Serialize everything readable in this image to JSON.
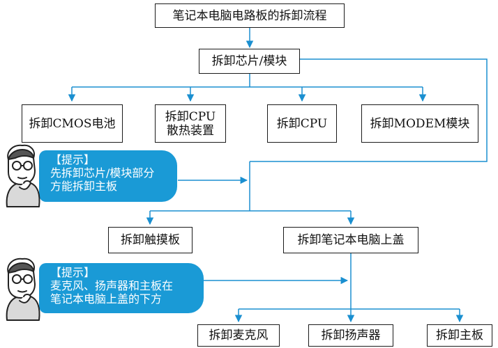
{
  "nodes": {
    "title": "笔记本电脑电路板的拆卸流程",
    "chip_module": "拆卸芯片/模块",
    "cmos": "拆卸CMOS电池",
    "cpu_heatsink": "拆卸CPU\n散热装置",
    "cpu": "拆卸CPU",
    "modem": "拆卸MODEM模块",
    "touchpad": "拆卸触摸板",
    "top_cover": "拆卸笔记本电脑上盖",
    "mic": "拆卸麦克风",
    "speaker": "拆卸扬声器",
    "mainboard": "拆卸主板"
  },
  "tips": [
    {
      "title": "【提示】",
      "line1": "先拆卸芯片/模块部分",
      "line2": "方能拆卸主板"
    },
    {
      "title": "【提示】",
      "line1": "麦克风、扬声器和主板在",
      "line2": "笔记本电脑上盖的下方"
    }
  ],
  "colors": {
    "line": "#1a8fd0",
    "tip_bg": "#1a9ad6",
    "box_border": "#1a1a1a"
  },
  "icons": [
    "thinking-man-icon",
    "thinking-man-icon"
  ]
}
